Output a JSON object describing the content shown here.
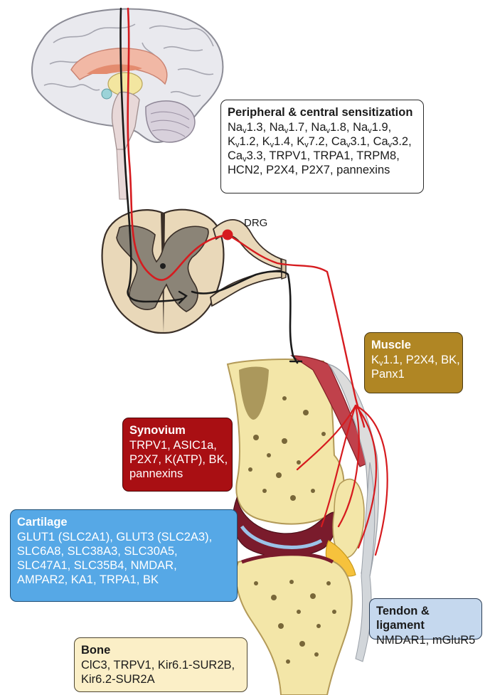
{
  "labels": {
    "drg": "DRG"
  },
  "boxes": {
    "peripheral": {
      "title": "Peripheral & central sensitization",
      "line1": [
        "Na",
        "v",
        "1.3, ",
        "Na",
        "v",
        "1.7, ",
        "Na",
        "v",
        "1.8, ",
        "Na",
        "v",
        "1.9,"
      ],
      "line2": [
        "K",
        "v",
        "1.2, ",
        "K",
        "v",
        "1.4, ",
        "K",
        "v",
        "7.2, ",
        "Ca",
        "v",
        "3.1, ",
        "Ca",
        "v",
        "3.2,"
      ],
      "line3_parts": [
        "Ca",
        "v",
        "3.3, TRPV1, TRPA1, TRPM8,"
      ],
      "line4": "HCN2, P2X4, P2X7, pannexins",
      "color": "#ffffff"
    },
    "muscle": {
      "title": "Muscle",
      "line1_parts": [
        "K",
        "v",
        "1.1, P2X4, BK,"
      ],
      "line2": "Panx1",
      "color": "#b08624"
    },
    "synovium": {
      "title": "Synovium",
      "lines": [
        "TRPV1, ASIC1a,",
        "P2X7, K(ATP), BK,",
        "pannexins"
      ],
      "color": "#a90f13"
    },
    "cartilage": {
      "title": "Cartilage",
      "lines": [
        "GLUT1 (SLC2A1), GLUT3 (SLC2A3),",
        "SLC6A8, SLC38A3, SLC30A5,",
        "SLC47A1, SLC35B4, NMDAR,",
        "AMPAR2, KA1, TRPA1, BK"
      ],
      "color": "#56a8e6"
    },
    "tendon": {
      "title": "Tendon & ligament",
      "lines": [
        "NMDAR1, mGluR5"
      ],
      "color": "#c5d8ee"
    },
    "bone": {
      "title": "Bone",
      "lines": [
        "ClC3, TRPV1, Kir6.1-SUR2B,",
        "Kir6.2-SUR2A"
      ],
      "color": "#fbefc7"
    }
  }
}
